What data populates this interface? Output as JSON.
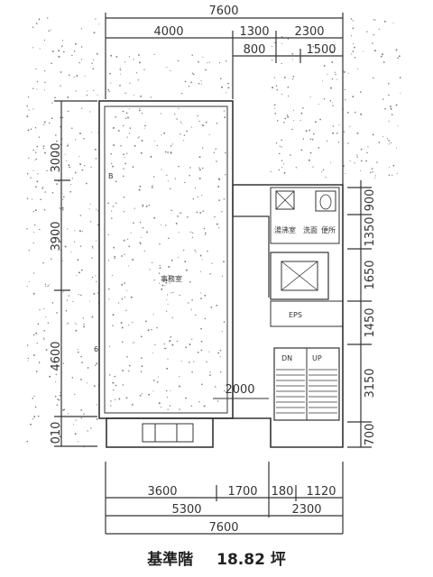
{
  "floor_label": "基準階",
  "floor_area": "18.82 坪",
  "top_dims": {
    "overall": "7600",
    "row2": [
      "4000",
      "1300",
      "2300"
    ],
    "row3": [
      "800",
      "1500"
    ]
  },
  "bottom_dims": {
    "row1": [
      "3600",
      "1700",
      "180",
      "1120"
    ],
    "row2": [
      "5300",
      "2300"
    ],
    "overall": "7600"
  },
  "left_dims": [
    "3000",
    "3900",
    "4600",
    "010"
  ],
  "right_dims": [
    "900",
    "1350",
    "1650",
    "1450",
    "3150",
    "700"
  ],
  "inner_dims": {
    "office_width": "2000"
  },
  "rooms": {
    "office": "事務室",
    "kitchen": "湯沸室",
    "pantry": "洗面",
    "wc": "便所",
    "eps": "EPS",
    "dn": "DN",
    "up": "UP",
    "b_mark": "B",
    "six_mark": "6"
  },
  "colors": {
    "line": "#333333",
    "speckle": "#555555",
    "background": "#ffffff"
  }
}
